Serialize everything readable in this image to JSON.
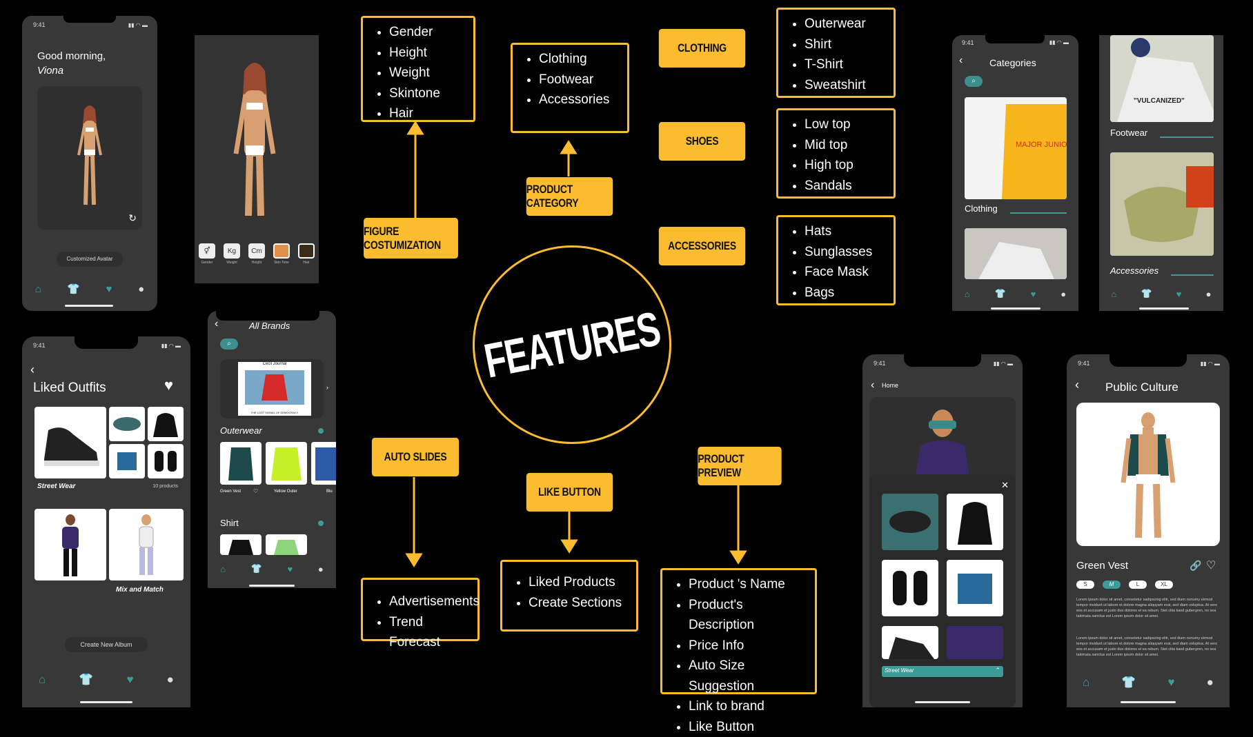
{
  "diagram": {
    "center_title": "FEATURES",
    "nodes": {
      "figure": "FIGURE COSTUMIZATION",
      "category": "PRODUCT CATEGORY",
      "clothing": "CLOTHING",
      "shoes": "SHOES",
      "accessories": "ACCESSORIES",
      "auto_slides": "AUTO SLIDES",
      "like_button": "LIKE BUTTON",
      "product_preview": "PRODUCT PREVIEW"
    },
    "lists": {
      "figure": [
        "Gender",
        "Height",
        "Weight",
        "Skintone",
        "Hair"
      ],
      "category": [
        "Clothing",
        "Footwear",
        "Accessories"
      ],
      "clothing": [
        "Outerwear",
        "Shirt",
        "T-Shirt",
        "Sweatshirt"
      ],
      "shoes": [
        "Low top",
        "Mid top",
        "High top",
        "Sandals"
      ],
      "accessories": [
        "Hats",
        "Sunglasses",
        "Face Mask",
        "Bags"
      ],
      "auto_slides": [
        "Advertisements",
        "Trend Forecast"
      ],
      "like_button": [
        "Liked Products",
        "Create Sections"
      ],
      "product_preview": [
        "Product 's Name",
        "Product's Description",
        "Price Info",
        "Auto Size Suggestion",
        "Link to brand",
        "Like Button"
      ]
    }
  },
  "screens": {
    "home": {
      "time": "9:41",
      "greeting_line1": "Good morning,",
      "greeting_line2": "Viona",
      "button": "Customized Avatar"
    },
    "avatar_editor": {
      "tools": [
        "Gender",
        "Weight",
        "Height",
        "Skin Tone",
        "Hair"
      ],
      "tool_icons": [
        "gender-icon",
        "kg-icon",
        "cm-icon",
        "skin-swatch-icon",
        "hair-swatch-icon"
      ],
      "tool_glyphs": [
        "⚥",
        "Kg",
        "Cm",
        "",
        ""
      ]
    },
    "liked": {
      "time": "9:41",
      "title": "Liked Outfits",
      "album1": "Street Wear",
      "album1_count": "10 products",
      "album2": "Mix and Match",
      "button": "Create New Album"
    },
    "brands": {
      "title": "All Brands",
      "banner_title": "Cecil Journal",
      "banner_caption": "THE LOST SIGNAL OF DEMOCRACY",
      "section1": "Outerwear",
      "items": [
        "Green Vest",
        "Yellow Outer",
        "Blu"
      ],
      "section2": "Shirt"
    },
    "categories": {
      "time": "9:41",
      "title": "Categories",
      "cat1": "Clothing",
      "cat2": "Footwear",
      "cat3": "Accessories",
      "shoe_text": "\"VULCANIZED\"",
      "tshirt_text": "MAJOR JUNIORS"
    },
    "home_sheet": {
      "time": "9:41",
      "back": "Home",
      "footer": "Street Wear"
    },
    "product": {
      "time": "9:41",
      "title": "Public Culture",
      "name": "Green Vest",
      "sizes": [
        "S",
        "M",
        "L",
        "XL"
      ],
      "desc1": "Lorem ipsum dolor sit amet, consetetur sadipscing elitr, sed diam nonumy eirmod tempor invidunt ut labore et dolore magna aliquyam erat, sed diam voluptua. At vero eos et accusam et justo duo dolores et ea rebum. Stet clita kasd gubergren, no sea takimata sanctus est Lorem ipsum dolor sit amet.",
      "desc2": "Lorem ipsum dolor sit amet, consetetur sadipscing elitr, sed diam nonumy eirmod tempor invidunt ut labore et dolore magna aliquyam erat, sed diam voluptua. At vero eos et accusam et justo duo dolores et ea rebum. Stet clita kasd gubergren, no sea takimata sanctus est Lorem ipsum dolor sit amet."
    }
  },
  "colors": {
    "accent": "#fbbd2f",
    "teal": "#3c9c9a",
    "screen": "#383838",
    "background": "#000000"
  }
}
